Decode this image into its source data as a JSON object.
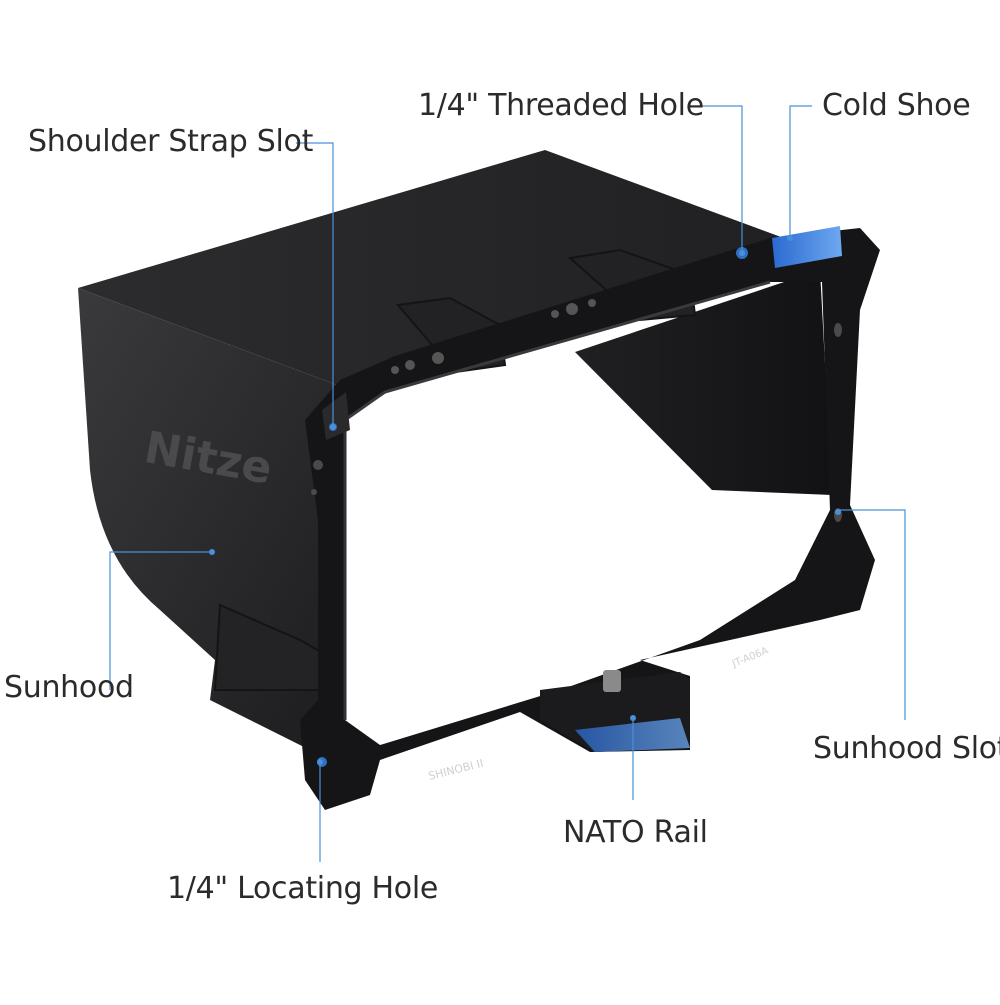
{
  "labels": {
    "threaded_hole": "1/4\" Threaded Hole",
    "cold_shoe": "Cold Shoe",
    "shoulder_strap_slot": "Shoulder Strap Slot",
    "sunhood": "Sunhood",
    "sunhood_slot": "Sunhood Slot",
    "nato_rail": "NATO Rail",
    "locating_hole": "1/4\" Locating Hole"
  },
  "engravings": {
    "brand": "Nitze",
    "model_left": "SHINOBI II",
    "model_right": "JT-A06A"
  },
  "colors": {
    "leader_line": "#4a90d9",
    "hood": "#2a2a2c",
    "cage": "#151517",
    "accent": "#2f6fc4",
    "text": "#2b2b2b"
  }
}
